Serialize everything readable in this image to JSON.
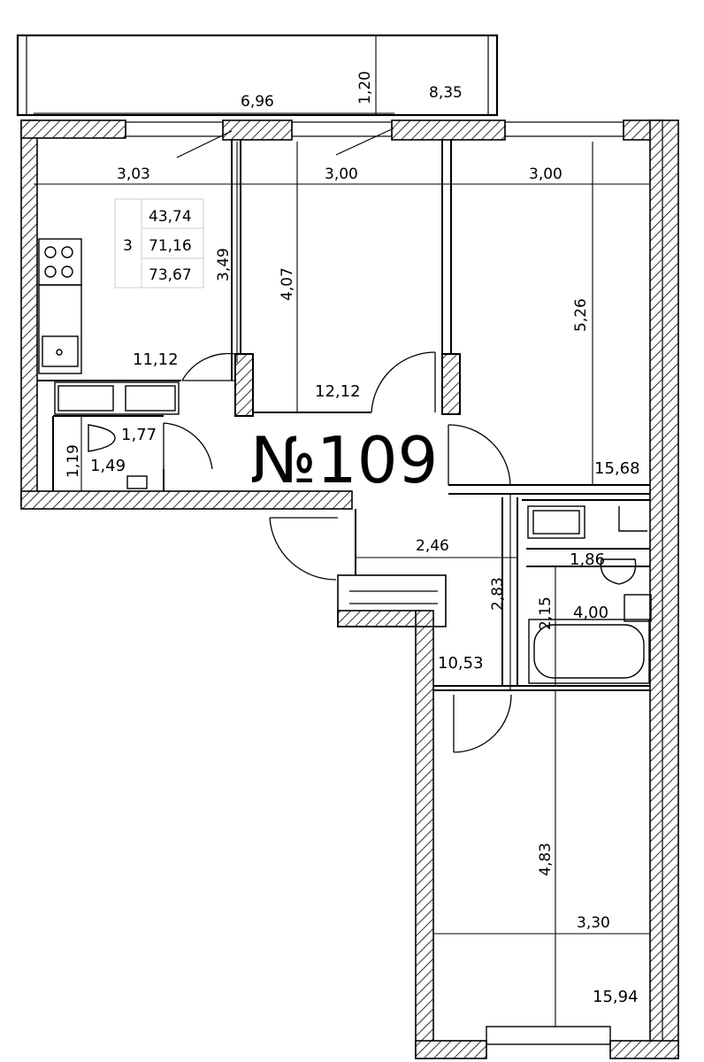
{
  "apartment": {
    "number": "№109",
    "rooms": "3",
    "area_living": "43,74",
    "area_total": "71,16",
    "area_with_balcony": "73,67"
  },
  "rooms": {
    "kitchen_area": "11,12",
    "bedroom_middle_area": "12,12",
    "bedroom_right_area": "15,68",
    "wc_area": "1,77",
    "storage_area": "1,49",
    "hall_area": "10,53",
    "wc2_area": "1,86",
    "bath_area": "4,00",
    "bedroom_bottom_area": "15,94"
  },
  "dimensions": {
    "balcony_left_width": "6,96",
    "balcony_depth": "1,20",
    "balcony_right_width": "8,35",
    "kitchen_width": "3,03",
    "middle_width": "3,00",
    "right_width": "3,00",
    "kitchen_depth": "3,49",
    "middle_depth": "4,07",
    "right_depth": "5,26",
    "storage_depth": "1,19",
    "corridor_width": "2,46",
    "hall_depth": "2,83",
    "bath_depth": "2,15",
    "bottom_depth": "4,83",
    "bottom_width": "3,30"
  }
}
